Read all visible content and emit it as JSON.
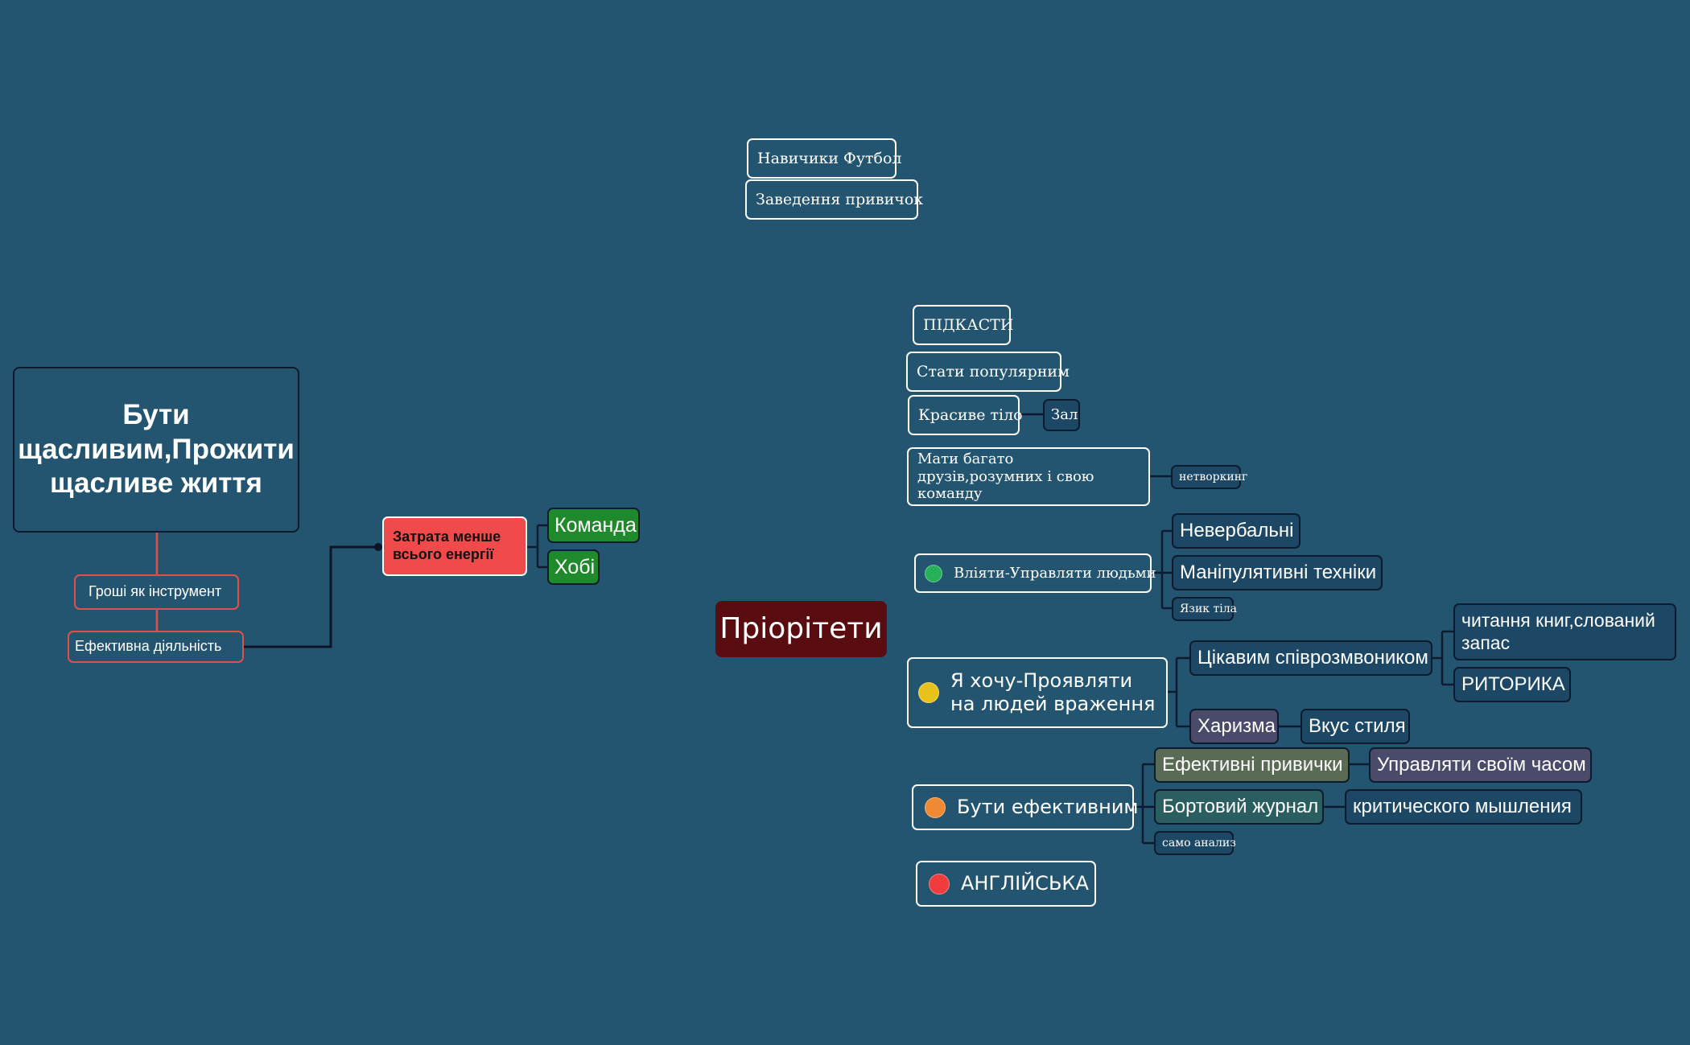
{
  "colors": {
    "background": "#245570",
    "central_fill": "#5a0d10",
    "red_box": "#f04a4a",
    "green_box": "#1f8a2b",
    "navy_box": "#1d4865",
    "purple_box": "#4a4b6a",
    "olive_box": "#5a6b55",
    "teal_box": "#2a5e60",
    "connector_dark": "#0d1b2e",
    "connector_red": "#e0504a"
  },
  "central": {
    "label": "Пріорітети"
  },
  "top_nodes": {
    "football": "Навичики Футбол",
    "habits": "Заведення привичок"
  },
  "right": {
    "podcasts": "ПІДКАСТИ",
    "popular": "Стати популярним",
    "body": "Красиве тіло",
    "gym": "Зал",
    "friends": "Мати багато друзів,розумних і свою команду",
    "networking": "нетворкинг",
    "influence": {
      "label": "Вліяти-Управляти людьми",
      "dot": "#27b05a",
      "icon": "green-circle-icon"
    },
    "nonverbal": "Невербальні",
    "manipulative": "Маніпулятивні техніки",
    "body_language": "Язик тіла",
    "impress": {
      "label": "Я хочу-Проявляти на людей враження",
      "dot": "#e8c21a",
      "icon": "yellow-circle-icon"
    },
    "interlocutor": "Цікавим співрозмвоником",
    "reading": "читання книг,слований запас",
    "rhetoric": "РИТОРИКА",
    "charisma": "Харизма",
    "style": "Вкус стиля",
    "effective": {
      "label": "Бути ефективним",
      "dot": "#f08a32",
      "icon": "orange-circle-icon"
    },
    "eff_habits": "Ефективні привички",
    "time_mgmt": "Управляти своїм часом",
    "logbook": "Бортовий журнал",
    "critical": "критического мышления",
    "self_analysis": "само анализ",
    "english": {
      "label": "АНГЛІЙСЬКА",
      "dot": "#f03c3c",
      "icon": "red-circle-icon"
    }
  },
  "left": {
    "main_title": "Бути щасливим,Прожити щасливе життя",
    "money": "Гроші як інструмент",
    "activity": "Ефективна діяльність",
    "energy": "Затрата менше всього енергії",
    "team": "Команда",
    "hobby": "Хобі"
  }
}
